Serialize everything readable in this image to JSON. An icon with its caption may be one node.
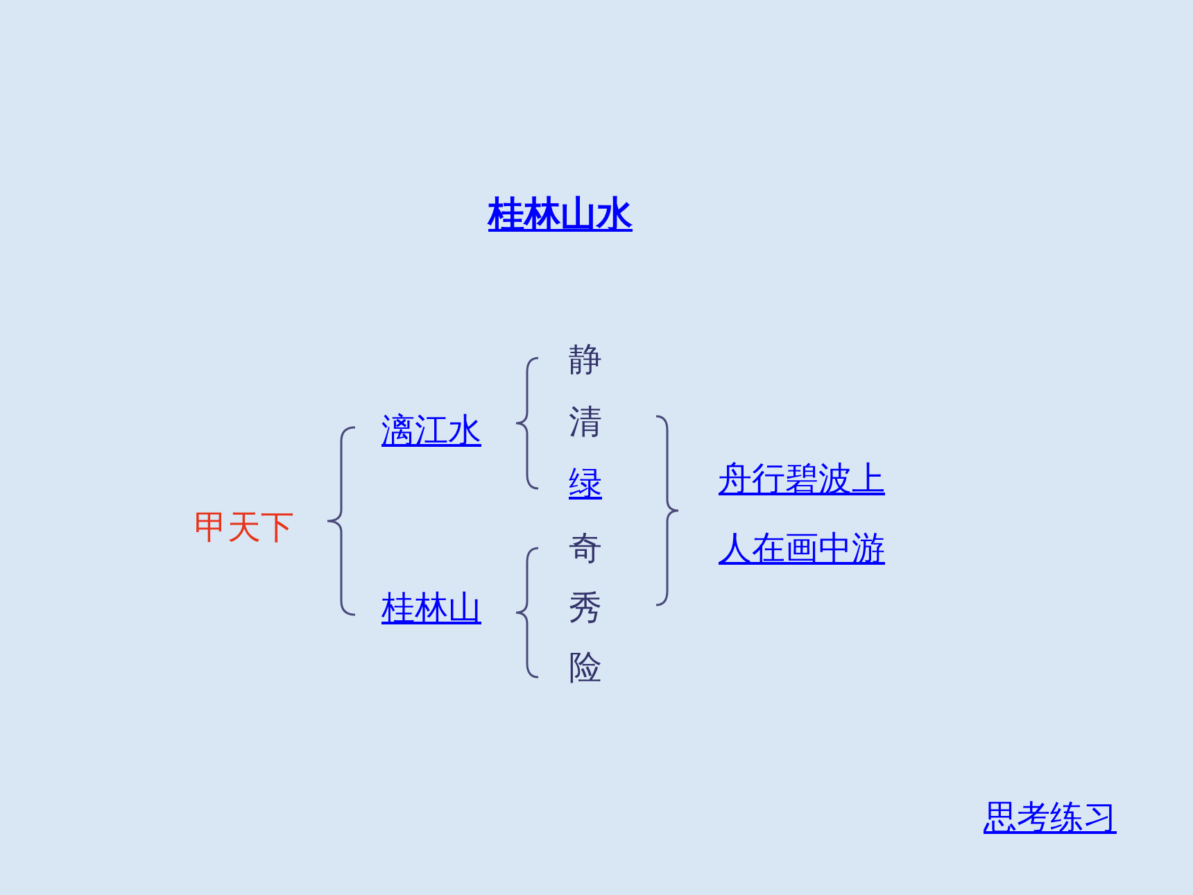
{
  "diagram": {
    "title": "桂林山水",
    "labels": [
      "甲天下",
      "漓江水",
      "静",
      "清",
      "绿",
      "桂林山",
      "奇",
      "秀",
      "险",
      "舟行碧波上",
      "人在画中游",
      "思考练习"
    ]
  }
}
